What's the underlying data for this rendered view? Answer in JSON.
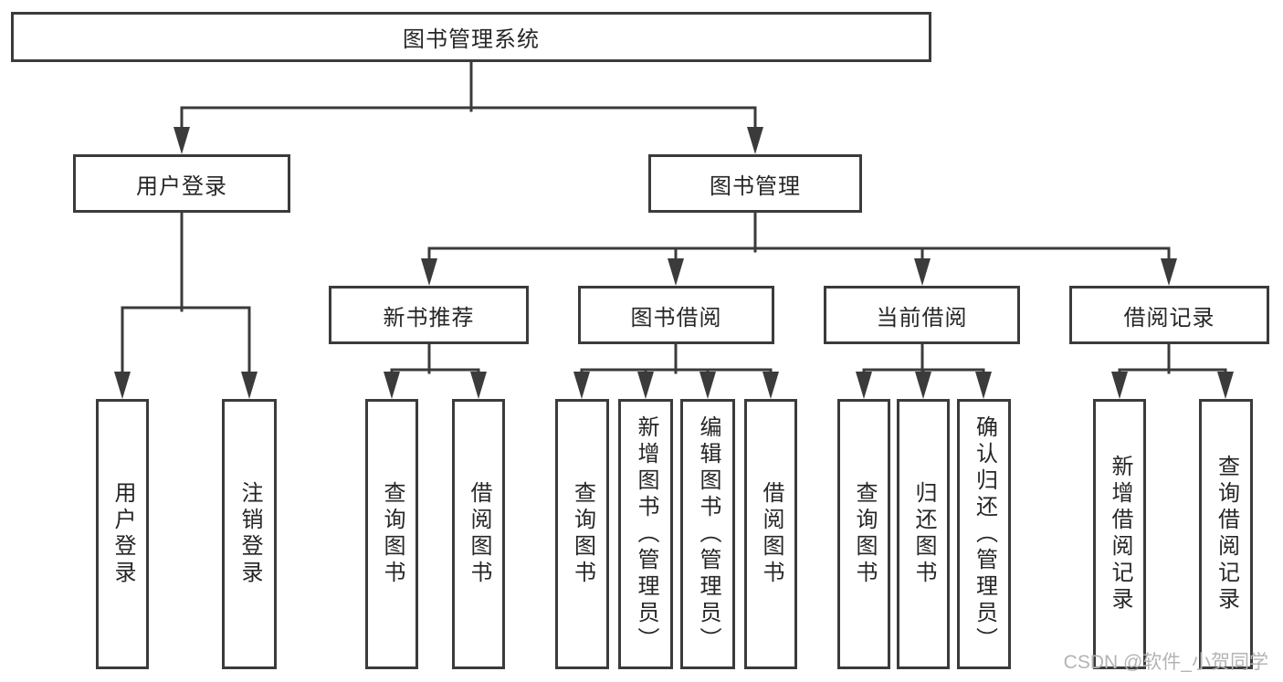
{
  "colors": {
    "background": "#ffffff",
    "boxbg": "#ffffff",
    "line": "#3b3b3b",
    "text": "#262626",
    "watermark": "#b4b4b4"
  },
  "diagram": {
    "root": {
      "label": "图书管理系统"
    },
    "branches": [
      {
        "label": "用户登录",
        "children": [
          {
            "label": "用户登录"
          },
          {
            "label": "注销登录"
          }
        ]
      },
      {
        "label": "图书管理",
        "sections": [
          {
            "label": "新书推荐",
            "children": [
              {
                "label": "查询图书"
              },
              {
                "label": "借阅图书"
              }
            ]
          },
          {
            "label": "图书借阅",
            "children": [
              {
                "label": "查询图书"
              },
              {
                "label": "新增图书（管理员）"
              },
              {
                "label": "编辑图书（管理员）"
              },
              {
                "label": "借阅图书"
              }
            ]
          },
          {
            "label": "当前借阅",
            "children": [
              {
                "label": "查询图书"
              },
              {
                "label": "归还图书"
              },
              {
                "label": "确认归还（管理员）"
              }
            ]
          },
          {
            "label": "借阅记录",
            "children": [
              {
                "label": "新增借阅记录"
              },
              {
                "label": "查询借阅记录"
              }
            ]
          }
        ]
      }
    ]
  },
  "watermark": {
    "text": "CSDN @软件_小贺同学"
  }
}
